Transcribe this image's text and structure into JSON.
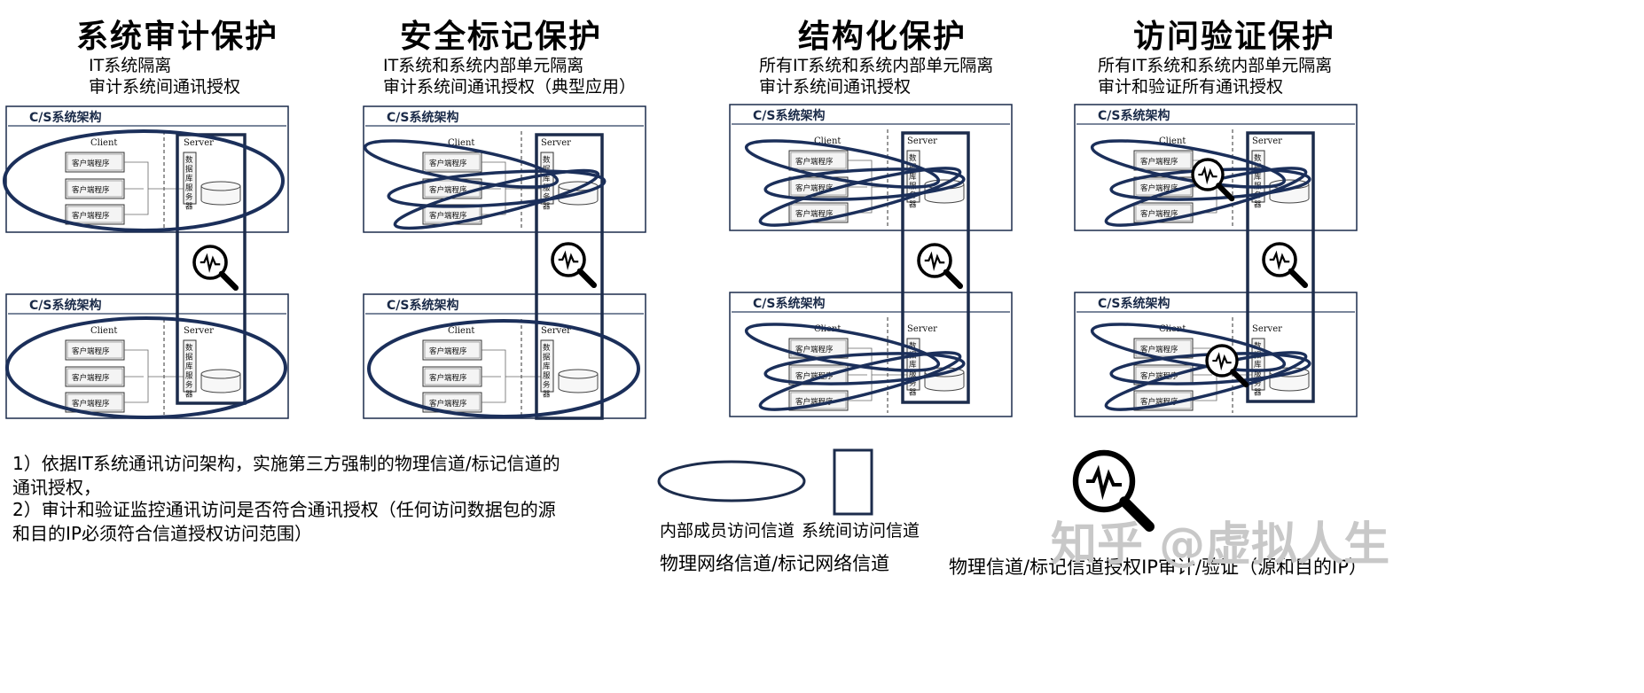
{
  "panels": [
    {
      "title": "系统审计保护",
      "lines": [
        "IT系统隔离",
        "审计系统间通讯授权"
      ]
    },
    {
      "title": "安全标记保护",
      "lines": [
        "IT系统和系统内部单元隔离",
        "审计系统间通讯授权（典型应用）"
      ]
    },
    {
      "title": "结构化保护",
      "lines": [
        "所有IT系统和系统内部单元隔离",
        "审计系统间通讯授权"
      ]
    },
    {
      "title": "访问验证保护",
      "lines": [
        "所有IT系统和系统内部单元隔离",
        "审计和验证所有通讯授权"
      ]
    }
  ],
  "arch": {
    "title": "C/S系统架构",
    "client_label": "Client",
    "server_label": "Server",
    "client_program": "客户端程序",
    "db_server": "数据库服务器"
  },
  "notes": [
    "1）依据IT系统通讯访问架构，实施第三方强制的物理信道/标记信道的通讯授权，",
    "2）审计和验证监控通讯访问是否符合通讯授权（任何访问数据包的源和目的IP必须符合信道授权访问范围）"
  ],
  "legend": {
    "ellipse_label": "内部成员访问信道",
    "rect_label": "系统间访问信道",
    "channel_caption": "物理网络信道/标记网络信道",
    "audit_caption": "物理信道/标记信道授权IP审计/验证（源和目的IP）"
  },
  "watermark": "知乎 @虚拟人生",
  "colors": {
    "frame": "#1b2a4e",
    "ellipse": "#1b2f5a"
  }
}
